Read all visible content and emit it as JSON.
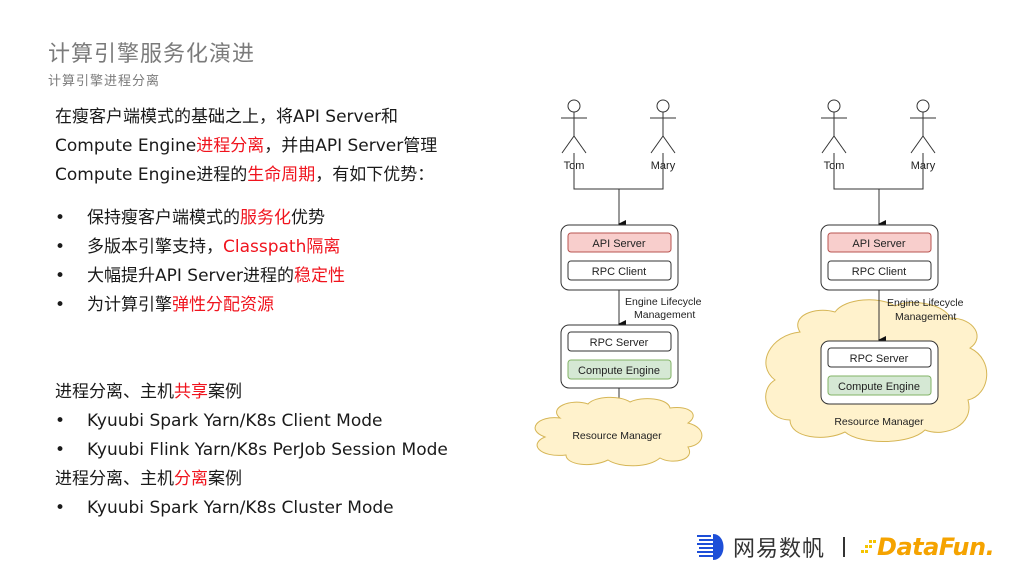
{
  "header": {
    "title": "计算引擎服务化演进",
    "subtitle": "计算引擎进程分离"
  },
  "intro": {
    "line1": "在瘦客户端模式的基础之上，将API Server和",
    "line2_a": "Compute Engine",
    "line2_hl": "进程分离",
    "line2_b": "，并由API Server管理",
    "line3_a": "Compute Engine进程的",
    "line3_hl": "生命周期",
    "line3_b": "，有如下优势："
  },
  "bullets": [
    {
      "before": "保持瘦客户端模式的",
      "highlight": "服务化",
      "after": "优势"
    },
    {
      "before": "多版本引擎支持，",
      "highlight": "Classpath隔离",
      "after": ""
    },
    {
      "before": "大幅提升API Server进程的",
      "highlight": "稳定性",
      "after": ""
    },
    {
      "before": "为计算引擎",
      "highlight": "弹性分配资源",
      "after": ""
    }
  ],
  "bullet_char": "•",
  "cases": {
    "shared_heading": {
      "before": "进程分离、主机",
      "highlight": "共享",
      "after": "案例"
    },
    "shared_items": [
      "Kyuubi Spark Yarn/K8s Client Mode",
      "Kyuubi Flink Yarn/K8s PerJob Session Mode"
    ],
    "separate_heading": {
      "before": "进程分离、主机",
      "highlight": "分离",
      "after": "案例"
    },
    "separate_items": [
      "Kyuubi Spark Yarn/K8s Cluster Mode"
    ]
  },
  "diagrams": [
    {
      "users": [
        "Tom",
        "Mary"
      ],
      "api_server": "API Server",
      "rpc_client": "RPC Client",
      "edge_label_1": "Engine Lifecycle",
      "edge_label_2": "Management",
      "rpc_server": "RPC Server",
      "compute_engine": "Compute Engine",
      "resource_manager": "Resource Manager"
    },
    {
      "users": [
        "Tom",
        "Mary"
      ],
      "api_server": "API Server",
      "rpc_client": "RPC Client",
      "edge_label_1": "Engine Lifecycle",
      "edge_label_2": "Management",
      "rpc_server": "RPC Server",
      "compute_engine": "Compute Engine",
      "resource_manager": "Resource Manager"
    }
  ],
  "colors": {
    "highlight": "#f0141e",
    "api_server_fill": "#f8cecc",
    "compute_engine_fill": "#d5e8d4",
    "cloud_fill": "#fff2cc",
    "brand_blue": "#1e4fd8",
    "datafun_orange": "#f5a300"
  },
  "footer": {
    "brand": "网易数帆",
    "partner": "DataFun."
  }
}
